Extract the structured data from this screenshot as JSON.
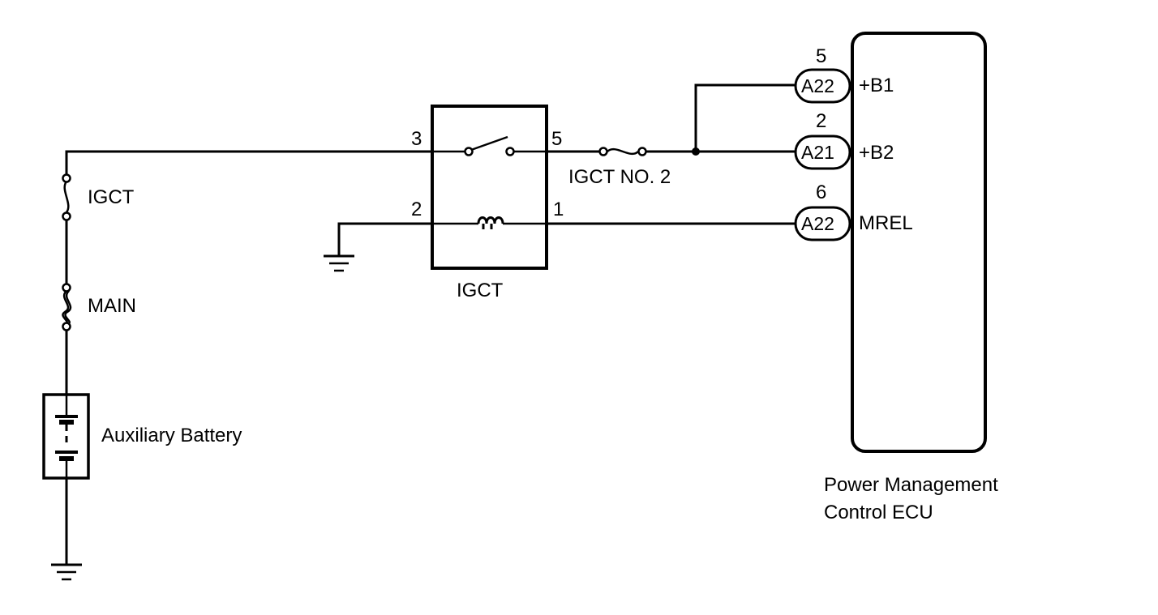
{
  "colors": {
    "line": "#000000",
    "background": "#ffffff"
  },
  "labels": {
    "fuse_igct": "IGCT",
    "fuse_main": "MAIN",
    "battery": "Auxiliary Battery",
    "relay": "IGCT",
    "fuse_igct_no2": "IGCT NO. 2",
    "ecu_line1": "Power Management",
    "ecu_line2": "Control ECU"
  },
  "relay_pins": {
    "p3": "3",
    "p5": "5",
    "p2": "2",
    "p1": "1"
  },
  "ecu_connectors": [
    {
      "pin": "5",
      "connector": "A22",
      "signal": "+B1"
    },
    {
      "pin": "2",
      "connector": "A21",
      "signal": "+B2"
    },
    {
      "pin": "6",
      "connector": "A22",
      "signal": "MREL"
    }
  ],
  "icons": [
    "ground-symbol",
    "fuse-symbol",
    "battery-symbol",
    "relay-switch-symbol",
    "relay-coil-symbol",
    "splice-dot"
  ]
}
